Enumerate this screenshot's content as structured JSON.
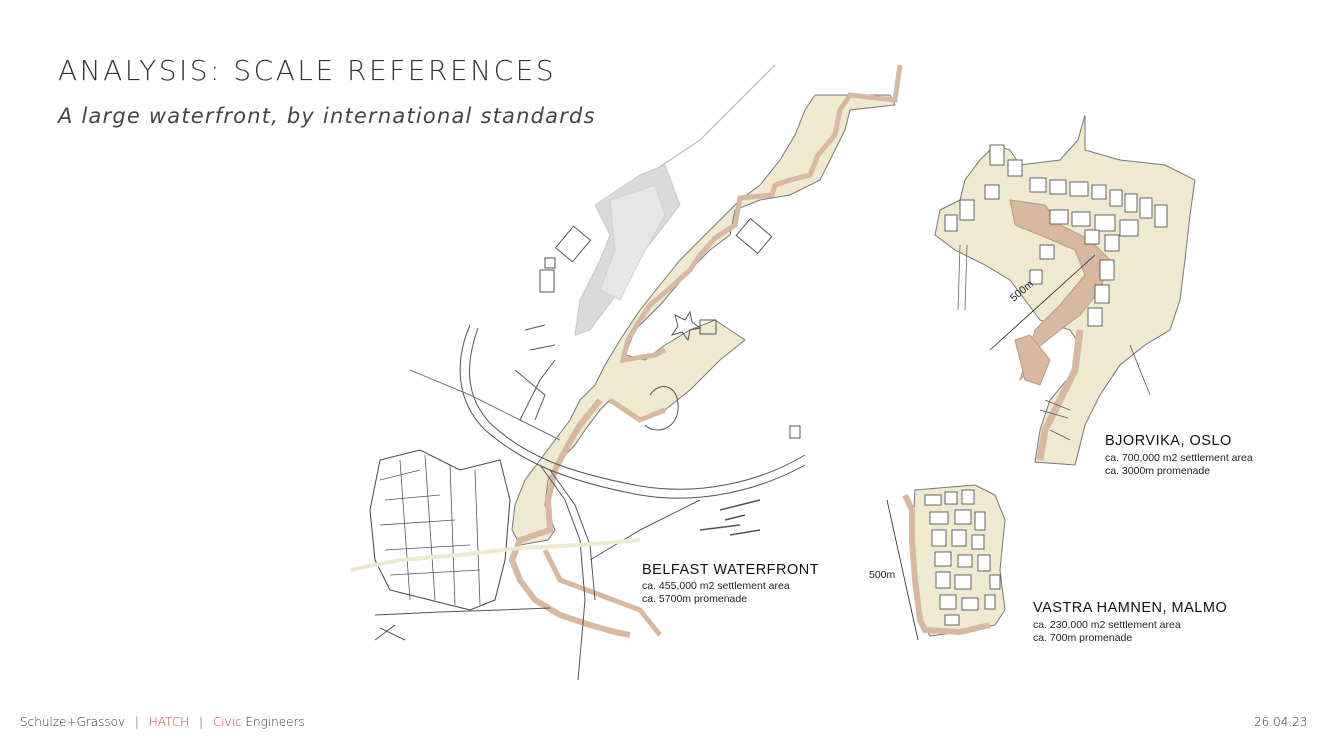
{
  "header": {
    "title": "ANALYSIS: SCALE REFERENCES",
    "subtitle": "A large waterfront, by international standards"
  },
  "maps": [
    {
      "name": "BELFAST WATERFRONT",
      "settlement": "ca. 455,000 m2 settlement area",
      "promenade": "ca. 5700m promenade"
    },
    {
      "name": "BJORVIKA, OSLO",
      "settlement": "ca. 700,000 m2 settlement area",
      "promenade": "ca. 3000m promenade",
      "scale": "500m"
    },
    {
      "name": "VASTRA HAMNEN, MALMO",
      "settlement": "ca. 230,000 m2 settlement area",
      "promenade": "ca. 700m promenade",
      "scale": "500m"
    }
  ],
  "footer": {
    "firm1": "Schulze",
    "plus": "+",
    "firm2": "Grassov",
    "sep": "|",
    "firm3": "HATCH",
    "firm4a": "Civic",
    "firm4b": " Engineers",
    "date": "26.04.23"
  },
  "colors": {
    "land": "#efe9d0",
    "promenade": "#d8b8a0",
    "outline": "#555555",
    "accent": "#c0392b"
  }
}
